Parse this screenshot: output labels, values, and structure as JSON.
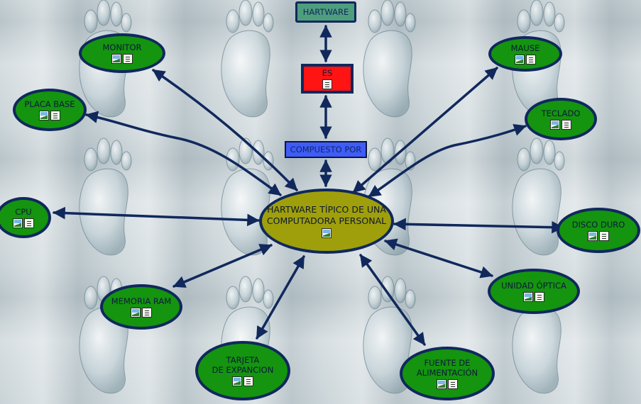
{
  "colors": {
    "edge": "#10285c",
    "node_fill": "#14940f",
    "center_fill": "#9f9f0c",
    "es_fill": "#ff1414",
    "hartware_fill": "#4e9e7e",
    "compuesto_fill": "#3f5cf8"
  },
  "background_icon": "gimp-footprint-icon",
  "top_box": {
    "label": "HARTWARE"
  },
  "es_node": {
    "label": "ES",
    "icons": [
      "doc-icon"
    ]
  },
  "compuesto_box": {
    "label": "COMPUESTO POR"
  },
  "center_node": {
    "label": "HARTWARE TÍPICO DE UNA\nCOMPUTADORA PERSONAL",
    "icons": [
      "image-icon"
    ]
  },
  "nodes": [
    {
      "id": "monitor",
      "label": "MONITOR",
      "icons": [
        "image-icon",
        "doc-icon"
      ]
    },
    {
      "id": "placa-base",
      "label": "PLACA BASE",
      "icons": [
        "image-icon",
        "doc-icon"
      ]
    },
    {
      "id": "cpu",
      "label": "CPU",
      "icons": [
        "image-icon",
        "doc-icon"
      ]
    },
    {
      "id": "memoria-ram",
      "label": "MEMORIA RAM",
      "icons": [
        "image-icon",
        "doc-icon"
      ]
    },
    {
      "id": "tarjeta-expancion",
      "label": "TARJETA\nDE EXPANCION",
      "icons": [
        "image-icon",
        "doc-icon"
      ]
    },
    {
      "id": "fuente-alimentacion",
      "label": "FUENTE DE\nALIMENTACIÓN",
      "icons": [
        "image-icon",
        "doc-icon"
      ]
    },
    {
      "id": "unidad-optica",
      "label": "UNIDAD ÓPTICA",
      "icons": [
        "image-icon",
        "doc-icon"
      ]
    },
    {
      "id": "disco-duro",
      "label": "DISCO DURO",
      "icons": [
        "image-icon",
        "doc-icon"
      ]
    },
    {
      "id": "teclado",
      "label": "TECLADO",
      "icons": [
        "image-icon",
        "doc-icon"
      ]
    },
    {
      "id": "mause",
      "label": "MAUSE",
      "icons": [
        "image-icon",
        "doc-icon"
      ]
    }
  ]
}
